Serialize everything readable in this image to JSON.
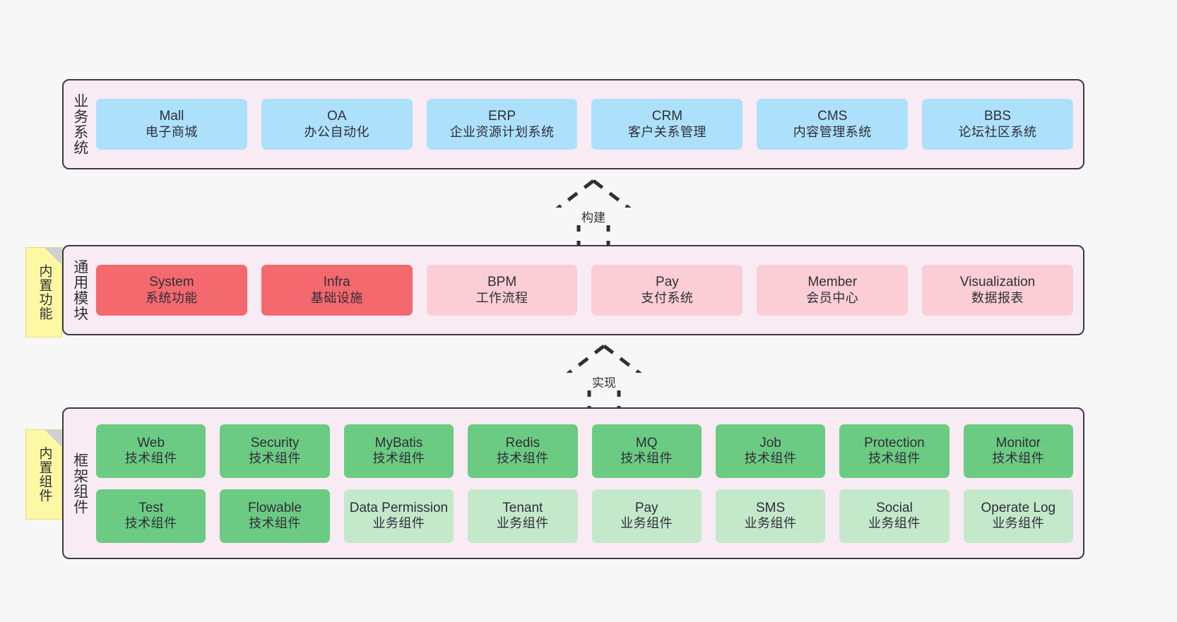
{
  "diagram": {
    "background_color": "#f7f7f7",
    "layer_border_color": "#3b3b46",
    "layer_fill_color": "#f8ebf4",
    "colors": {
      "blue": "#ade0fb",
      "red": "#f4696e",
      "pink": "#fbcdd4",
      "green": "#6ccb83",
      "mint": "#c3e8ca",
      "sticky_yellow": "#fcf8a4"
    }
  },
  "layers": {
    "business": {
      "title": "业务系统",
      "items": [
        {
          "en": "Mall",
          "cn": "电子商城"
        },
        {
          "en": "OA",
          "cn": "办公自动化"
        },
        {
          "en": "ERP",
          "cn": "企业资源计划系统"
        },
        {
          "en": "CRM",
          "cn": "客户关系管理"
        },
        {
          "en": "CMS",
          "cn": "内容管理系统"
        },
        {
          "en": "BBS",
          "cn": "论坛社区系统"
        }
      ]
    },
    "common": {
      "title": "通用模块",
      "tag": "内置功能",
      "items": [
        {
          "en": "System",
          "cn": "系统功能"
        },
        {
          "en": "Infra",
          "cn": "基础设施"
        },
        {
          "en": "BPM",
          "cn": "工作流程"
        },
        {
          "en": "Pay",
          "cn": "支付系统"
        },
        {
          "en": "Member",
          "cn": "会员中心"
        },
        {
          "en": "Visualization",
          "cn": "数据报表"
        }
      ]
    },
    "framework": {
      "title": "框架组件",
      "tag": "内置组件",
      "row1": [
        {
          "en": "Web",
          "cn": "技术组件"
        },
        {
          "en": "Security",
          "cn": "技术组件"
        },
        {
          "en": "MyBatis",
          "cn": "技术组件"
        },
        {
          "en": "Redis",
          "cn": "技术组件"
        },
        {
          "en": "MQ",
          "cn": "技术组件"
        },
        {
          "en": "Job",
          "cn": "技术组件"
        },
        {
          "en": "Protection",
          "cn": "技术组件"
        },
        {
          "en": "Monitor",
          "cn": "技术组件"
        }
      ],
      "row2": [
        {
          "en": "Test",
          "cn": "技术组件"
        },
        {
          "en": "Flowable",
          "cn": "技术组件"
        },
        {
          "en": "Data Permission",
          "cn": "业务组件"
        },
        {
          "en": "Tenant",
          "cn": "业务组件"
        },
        {
          "en": "Pay",
          "cn": "业务组件"
        },
        {
          "en": "SMS",
          "cn": "业务组件"
        },
        {
          "en": "Social",
          "cn": "业务组件"
        },
        {
          "en": "Operate Log",
          "cn": "业务组件"
        }
      ]
    }
  },
  "connectors": {
    "build": "构建",
    "implement": "实现"
  }
}
